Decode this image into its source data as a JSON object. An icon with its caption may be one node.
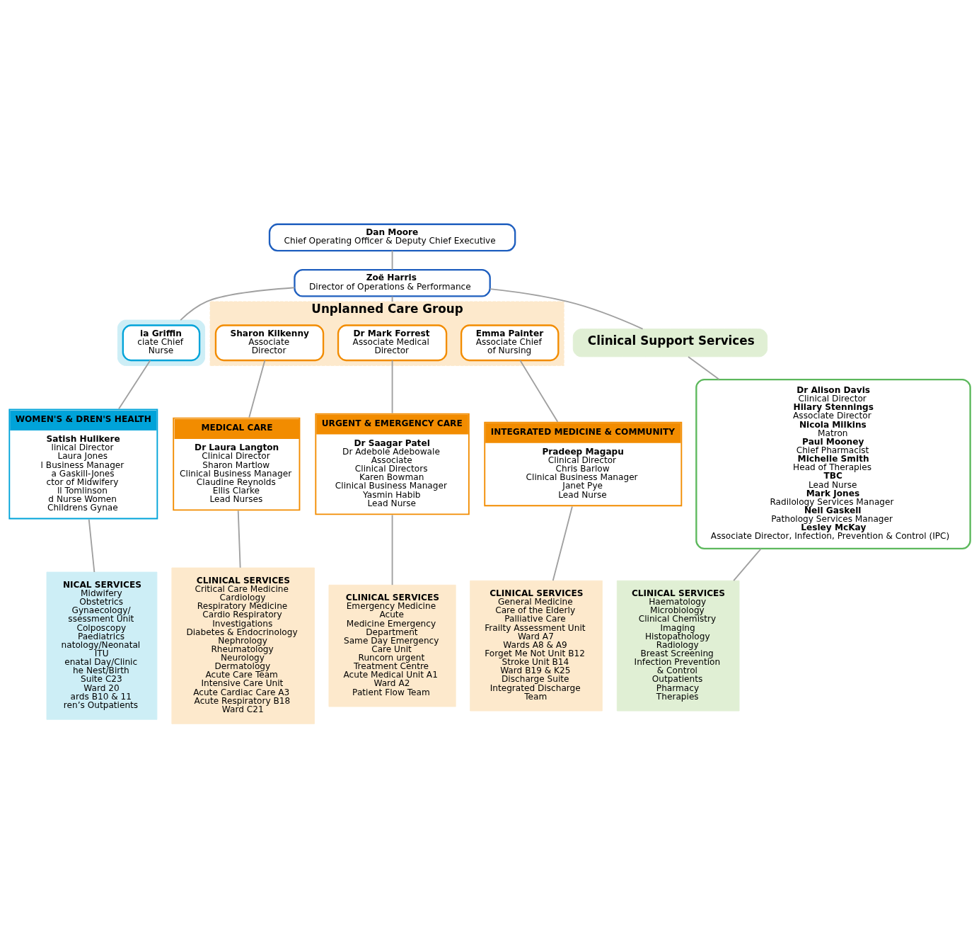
{
  "diagram": {
    "nodes": [
      {
        "text": [
          "Dan Moore",
          "Chief Operating Officer & Deputy Chief Executive"
        ]
      },
      {
        "text": [
          "Zoë Harris",
          "Director of Operations & Performance"
        ]
      },
      {
        "text": [],
        "shape": "box"
      },
      {
        "text": [
          "ia Griffin",
          "ciate Chief",
          "Nurse"
        ],
        "in": 2
      },
      {
        "text": [
          "Unplanned Care Group"
        ]
      },
      {
        "text": [
          "Sharon Kilkenny",
          "Associate",
          "Director"
        ],
        "in": 4
      },
      {
        "text": [
          "Dr Mark Forrest",
          "Associate Medical",
          "Director"
        ],
        "in": 4
      },
      {
        "text": [
          "Emma Painter",
          "Associate Chief",
          "of Nursing"
        ],
        "in": 4
      },
      {
        "text": [
          "Clinical Support Services"
        ]
      },
      {
        "text": [
          "Dr Alison Davis",
          "Clinical Director",
          "Hilary Stennings",
          "Associate Director",
          "Nicola Milkins",
          "Matron",
          "Paul Mooney",
          "Chief Pharmacist",
          "Michelle Smith",
          "Head of Therapies",
          "TBC",
          "Lead Nurse",
          "Mark Jones",
          "Radilology Services Manager",
          "Neil Gaskell",
          "Pathology Services Manager",
          "Lesley McKay",
          "Associate Director, Infection, Prevention & Control (IPC)"
        ]
      },
      {
        "text": [
          "WOMEN'S & DREN'S HEALTH",
          "Satish Hulikere",
          "linical Director",
          "Laura Jones",
          "l Business Manager",
          "a Gaskill-Jones",
          "ctor of Midwifery",
          "ll Tomlinson",
          "d Nurse Women",
          "Childrens Gynae"
        ]
      },
      {
        "text": [
          "MEDICAL CARE",
          "Dr Laura Langton",
          "Clinical Director",
          "Sharon Martlow",
          "Clinical Business Manager",
          "Claudine Reynolds",
          "Ellis Clarke",
          "Lead Nurses"
        ]
      },
      {
        "text": [
          "URGENT & EMERGENCY CARE",
          "Dr Saagar Patel",
          "Dr Adebole Adebowale",
          "Associate",
          "Clinical Directors",
          "Karen Bowman",
          "Clinical Business Manager",
          "Yasmin Habib",
          "Lead Nurse"
        ]
      },
      {
        "text": [
          "INTEGRATED MEDICINE & COMMUNITY",
          "Pradeep Magapu",
          "Clinical Director",
          "Chris Barlow",
          "Clinical Business Manager",
          "Janet Pye",
          "Lead Nurse"
        ]
      },
      {
        "text": [
          "NICAL SERVICES",
          "Midwifery",
          "Obstetrics",
          "Gynaecology/",
          "ssessment Unit",
          "Colposcopy",
          "Paediatrics",
          "natology/Neonatal",
          "ITU",
          "enatal Day/Clinic",
          "he Nest/Birth",
          "Suite C23",
          "Ward 20",
          "ards B10 & 11",
          "ren’s Outpatients"
        ]
      },
      {
        "text": [
          "CLINICAL SERVICES",
          "Critical Care Medicine",
          "Cardiology",
          "Respiratory Medicine",
          "Cardio Respiratory",
          "Investigations",
          "Diabetes & Endocrinology",
          "Nephrology",
          "Rheumatology",
          "Neurology",
          "Dermatology",
          "Acute Care Team",
          "Intensive Care Unit",
          "Acute Cardiac Care A3",
          "Acute Respiratory B18",
          "Ward C21"
        ]
      },
      {
        "text": [
          "CLINICAL SERVICES",
          "Emergency Medicine",
          "Acute",
          "Medicine Emergency",
          "Department",
          "Same Day Emergency",
          "Care Unit",
          "Runcorn urgent",
          "Treatment Centre",
          "Acute Medical Unit A1",
          "Ward A2",
          "Patient Flow Team"
        ]
      },
      {
        "text": [
          "CLINICAL SERVICES",
          "General Medicine",
          "Care of the Elderly",
          "Palliative Care",
          "Frailty Assessment Unit",
          "Ward A7",
          "Wards A8 & A9",
          "Forget Me Not Unit B12",
          "Stroke Unit B14",
          "Ward B19 & K25",
          "Discharge Suite",
          "Integrated Discharge",
          "Team"
        ]
      },
      {
        "text": [
          "CLINICAL SERVICES",
          "Haematology",
          "Microbiology",
          "Clinical Chemistry",
          "Imaging",
          "Histopathology",
          "Radiology",
          "Breast Screening",
          "Infection Prevention",
          "& Control",
          "Outpatients",
          "Pharmacy",
          "Therapies"
        ]
      }
    ],
    "edges": [
      {
        "from": 0,
        "to": 1,
        "arrow": "none"
      },
      {
        "from": 1,
        "to": 2,
        "arrow": "none"
      },
      {
        "from": 1,
        "to": 4,
        "arrow": "none"
      },
      {
        "from": 1,
        "to": 8,
        "arrow": "none"
      },
      {
        "from": 3,
        "to": 10,
        "arrow": "none"
      },
      {
        "from": 5,
        "to": 11,
        "arrow": "none"
      },
      {
        "from": 6,
        "to": 12,
        "arrow": "none"
      },
      {
        "from": 7,
        "to": 13,
        "arrow": "none"
      },
      {
        "from": 10,
        "to": 14,
        "arrow": "none"
      },
      {
        "from": 11,
        "to": 15,
        "arrow": "none"
      },
      {
        "from": 12,
        "to": 16,
        "arrow": "none"
      },
      {
        "from": 13,
        "to": 17,
        "arrow": "none"
      },
      {
        "from": 8,
        "to": 9,
        "arrow": "none"
      },
      {
        "from": 9,
        "to": 18,
        "arrow": "none"
      }
    ]
  }
}
